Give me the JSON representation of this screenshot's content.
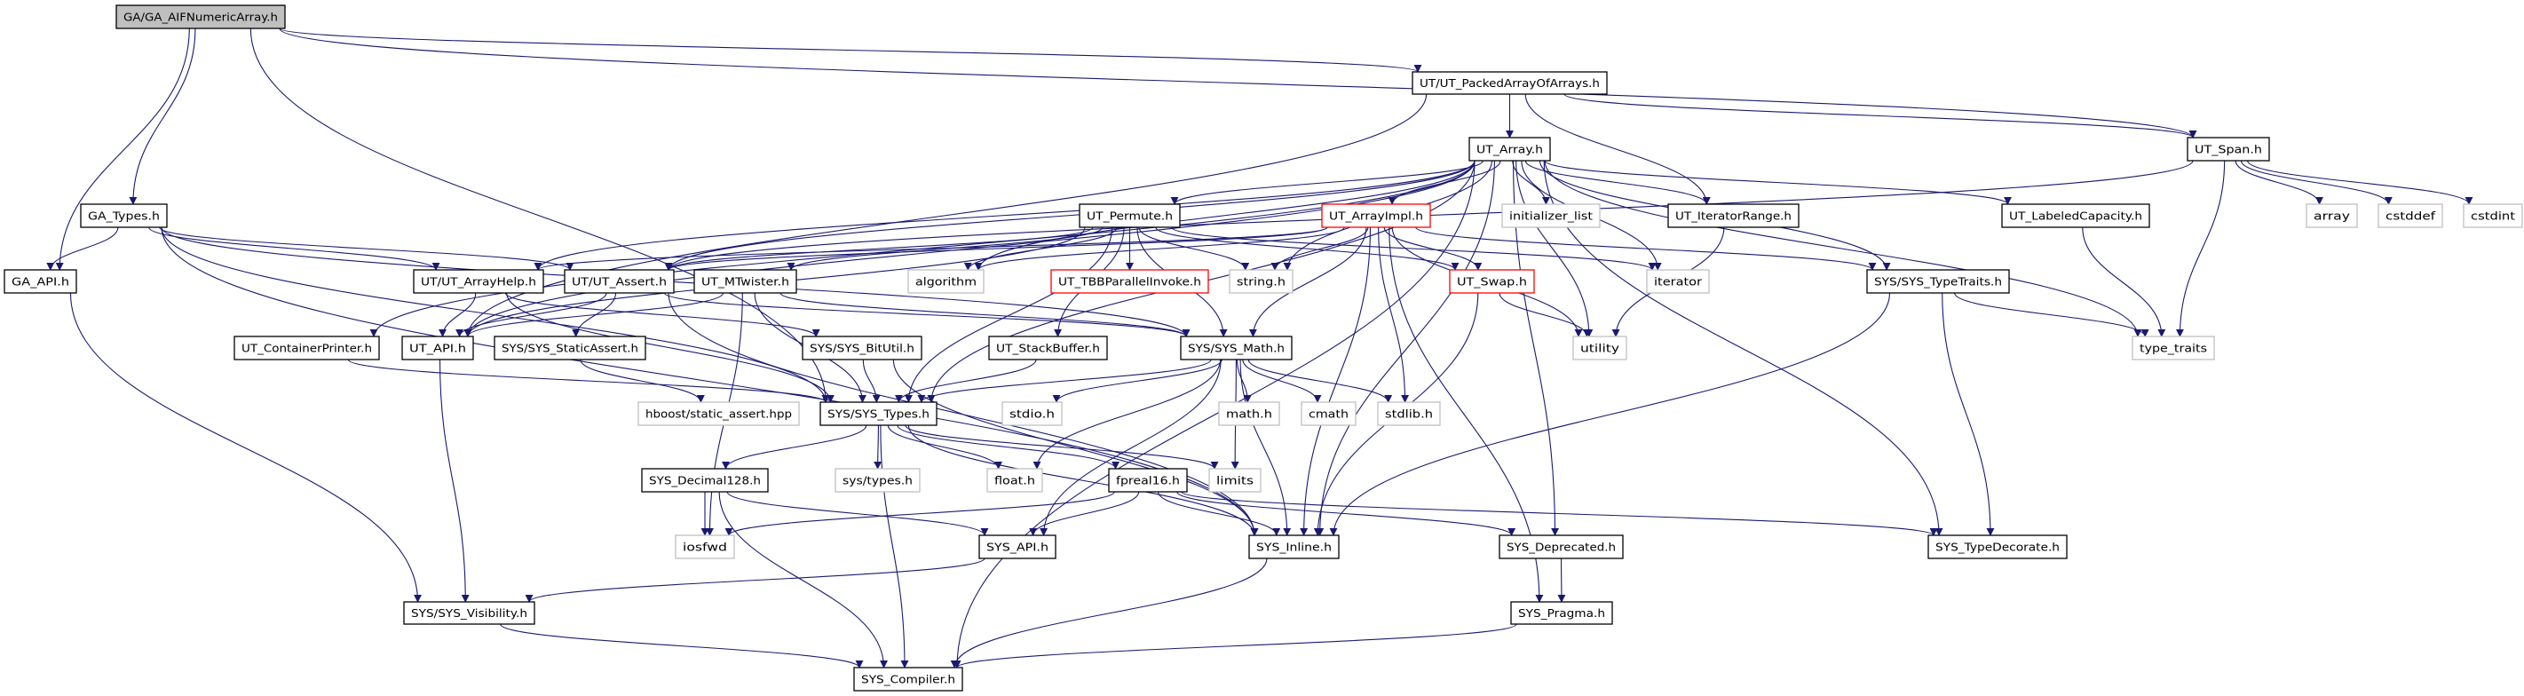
{
  "graph": {
    "colors": {
      "edge": "#191970",
      "root_fill": "#bfbfbf",
      "normal_border": "#000000",
      "truncated_border": "#ff0000",
      "external_border": "#bfbfbf"
    },
    "nodes": [
      {
        "id": "root",
        "label": "GA/GA_AIFNumericArray.h",
        "style": "root"
      },
      {
        "id": "packed",
        "label": "UT/UT_PackedArrayOfArrays.h",
        "style": "normal"
      },
      {
        "id": "utarray",
        "label": "UT_Array.h",
        "style": "normal"
      },
      {
        "id": "span",
        "label": "UT_Span.h",
        "style": "normal"
      },
      {
        "id": "gatypes",
        "label": "GA_Types.h",
        "style": "normal"
      },
      {
        "id": "permute",
        "label": "UT_Permute.h",
        "style": "normal"
      },
      {
        "id": "arrayimpl",
        "label": "UT_ArrayImpl.h",
        "style": "truncated"
      },
      {
        "id": "initlist",
        "label": "initializer_list",
        "style": "external"
      },
      {
        "id": "iterrange",
        "label": "UT_IteratorRange.h",
        "style": "normal"
      },
      {
        "id": "labeled",
        "label": "UT_LabeledCapacity.h",
        "style": "normal"
      },
      {
        "id": "array",
        "label": "array",
        "style": "external"
      },
      {
        "id": "cstddef",
        "label": "cstddef",
        "style": "external"
      },
      {
        "id": "cstdint",
        "label": "cstdint",
        "style": "external"
      },
      {
        "id": "gaapi",
        "label": "GA_API.h",
        "style": "normal"
      },
      {
        "id": "arrayhelp",
        "label": "UT/UT_ArrayHelp.h",
        "style": "normal"
      },
      {
        "id": "assert",
        "label": "UT/UT_Assert.h",
        "style": "normal"
      },
      {
        "id": "mtwister",
        "label": "UT_MTwister.h",
        "style": "normal"
      },
      {
        "id": "algorithm",
        "label": "algorithm",
        "style": "external"
      },
      {
        "id": "tbb",
        "label": "UT_TBBParallelInvoke.h",
        "style": "truncated"
      },
      {
        "id": "stringh",
        "label": "string.h",
        "style": "external"
      },
      {
        "id": "swap",
        "label": "UT_Swap.h",
        "style": "truncated"
      },
      {
        "id": "iterator",
        "label": "iterator",
        "style": "external"
      },
      {
        "id": "typetraitsh",
        "label": "SYS/SYS_TypeTraits.h",
        "style": "normal"
      },
      {
        "id": "containerprinter",
        "label": "UT_ContainerPrinter.h",
        "style": "normal"
      },
      {
        "id": "utapi",
        "label": "UT_API.h",
        "style": "normal"
      },
      {
        "id": "staticassert",
        "label": "SYS/SYS_StaticAssert.h",
        "style": "normal"
      },
      {
        "id": "bitutil",
        "label": "SYS/SYS_BitUtil.h",
        "style": "normal"
      },
      {
        "id": "stackbuffer",
        "label": "UT_StackBuffer.h",
        "style": "normal"
      },
      {
        "id": "sysmath",
        "label": "SYS/SYS_Math.h",
        "style": "normal"
      },
      {
        "id": "utility",
        "label": "utility",
        "style": "external"
      },
      {
        "id": "type_traits",
        "label": "type_traits",
        "style": "external"
      },
      {
        "id": "hboost",
        "label": "hboost/static_assert.hpp",
        "style": "external"
      },
      {
        "id": "systypes",
        "label": "SYS/SYS_Types.h",
        "style": "normal"
      },
      {
        "id": "stdio",
        "label": "stdio.h",
        "style": "external"
      },
      {
        "id": "mathh",
        "label": "math.h",
        "style": "external"
      },
      {
        "id": "cmath",
        "label": "cmath",
        "style": "external"
      },
      {
        "id": "stdlib",
        "label": "stdlib.h",
        "style": "external"
      },
      {
        "id": "decimal",
        "label": "SYS_Decimal128.h",
        "style": "normal"
      },
      {
        "id": "systypesh",
        "label": "sys/types.h",
        "style": "external"
      },
      {
        "id": "floath",
        "label": "float.h",
        "style": "external"
      },
      {
        "id": "fpreal16",
        "label": "fpreal16.h",
        "style": "normal"
      },
      {
        "id": "limits",
        "label": "limits",
        "style": "external"
      },
      {
        "id": "iosfwd",
        "label": "iosfwd",
        "style": "external"
      },
      {
        "id": "sysapi",
        "label": "SYS_API.h",
        "style": "normal"
      },
      {
        "id": "inline",
        "label": "SYS_Inline.h",
        "style": "normal"
      },
      {
        "id": "deprecated",
        "label": "SYS_Deprecated.h",
        "style": "normal"
      },
      {
        "id": "typedecorate",
        "label": "SYS_TypeDecorate.h",
        "style": "normal"
      },
      {
        "id": "visibility",
        "label": "SYS/SYS_Visibility.h",
        "style": "normal"
      },
      {
        "id": "pragma",
        "label": "SYS_Pragma.h",
        "style": "normal"
      },
      {
        "id": "compiler",
        "label": "SYS_Compiler.h",
        "style": "normal"
      }
    ],
    "edges": [
      [
        "root",
        "gaapi"
      ],
      [
        "root",
        "gatypes"
      ],
      [
        "root",
        "packed"
      ],
      [
        "root",
        "span"
      ],
      [
        "root",
        "systypes"
      ],
      [
        "packed",
        "utapi"
      ],
      [
        "packed",
        "utarray"
      ],
      [
        "packed",
        "iterrange"
      ],
      [
        "packed",
        "span"
      ],
      [
        "gatypes",
        "gaapi"
      ],
      [
        "gatypes",
        "arrayhelp"
      ],
      [
        "gatypes",
        "assert"
      ],
      [
        "gatypes",
        "systypes"
      ],
      [
        "gatypes",
        "inline"
      ],
      [
        "gatypes",
        "sysmath"
      ],
      [
        "gaapi",
        "visibility"
      ],
      [
        "utarray",
        "utapi"
      ],
      [
        "utarray",
        "arrayhelp"
      ],
      [
        "utarray",
        "assert"
      ],
      [
        "utarray",
        "containerprinter"
      ],
      [
        "utarray",
        "iterrange"
      ],
      [
        "utarray",
        "labeled"
      ],
      [
        "utarray",
        "permute"
      ],
      [
        "utarray",
        "arrayimpl"
      ],
      [
        "utarray",
        "initlist"
      ],
      [
        "utarray",
        "algorithm"
      ],
      [
        "utarray",
        "stringh"
      ],
      [
        "utarray",
        "utility"
      ],
      [
        "utarray",
        "iterator"
      ],
      [
        "utarray",
        "type_traits"
      ],
      [
        "utarray",
        "compiler"
      ],
      [
        "utarray",
        "deprecated"
      ],
      [
        "utarray",
        "inline"
      ],
      [
        "utarray",
        "systypes"
      ],
      [
        "utarray",
        "typetraitsh"
      ],
      [
        "utarray",
        "typedecorate"
      ],
      [
        "span",
        "assert"
      ],
      [
        "span",
        "type_traits"
      ],
      [
        "span",
        "array"
      ],
      [
        "span",
        "cstddef"
      ],
      [
        "span",
        "cstdint"
      ],
      [
        "permute",
        "utapi"
      ],
      [
        "permute",
        "assert"
      ],
      [
        "permute",
        "mtwister"
      ],
      [
        "permute",
        "stackbuffer"
      ],
      [
        "permute",
        "tbb"
      ],
      [
        "permute",
        "algorithm"
      ],
      [
        "permute",
        "stringh"
      ],
      [
        "permute",
        "swap"
      ],
      [
        "permute",
        "iterator"
      ],
      [
        "permute",
        "sysmath"
      ],
      [
        "permute",
        "systypes"
      ],
      [
        "arrayimpl",
        "arrayhelp"
      ],
      [
        "arrayimpl",
        "assert"
      ],
      [
        "arrayimpl",
        "swap"
      ],
      [
        "arrayimpl",
        "algorithm"
      ],
      [
        "arrayimpl",
        "stringh"
      ],
      [
        "arrayimpl",
        "utility"
      ],
      [
        "arrayimpl",
        "sysmath"
      ],
      [
        "arrayimpl",
        "stdlib"
      ],
      [
        "arrayimpl",
        "typetraitsh"
      ],
      [
        "arrayimpl",
        "inline"
      ],
      [
        "arrayimpl",
        "pragma"
      ],
      [
        "arrayhelp",
        "utapi"
      ],
      [
        "arrayhelp",
        "systypes"
      ],
      [
        "arrayhelp",
        "bitutil"
      ],
      [
        "assert",
        "utapi"
      ],
      [
        "assert",
        "staticassert"
      ],
      [
        "assert",
        "inline"
      ],
      [
        "assert",
        "sysmath"
      ],
      [
        "mtwister",
        "utapi"
      ],
      [
        "mtwister",
        "systypes"
      ],
      [
        "mtwister",
        "sysmath"
      ],
      [
        "mtwister",
        "iosfwd"
      ],
      [
        "containerprinter",
        "systypes"
      ],
      [
        "utapi",
        "visibility"
      ],
      [
        "staticassert",
        "hboost"
      ],
      [
        "bitutil",
        "systypes"
      ],
      [
        "bitutil",
        "inline"
      ],
      [
        "stackbuffer",
        "systypes"
      ],
      [
        "sysmath",
        "systypes"
      ],
      [
        "sysmath",
        "stdio"
      ],
      [
        "sysmath",
        "mathh"
      ],
      [
        "sysmath",
        "cmath"
      ],
      [
        "sysmath",
        "stdlib"
      ],
      [
        "sysmath",
        "floath"
      ],
      [
        "sysmath",
        "limits"
      ],
      [
        "sysmath",
        "sysapi"
      ],
      [
        "sysmath",
        "inline"
      ],
      [
        "systypes",
        "systypesh"
      ],
      [
        "systypes",
        "floath"
      ],
      [
        "systypes",
        "limits"
      ],
      [
        "systypes",
        "fpreal16"
      ],
      [
        "systypes",
        "decimal"
      ],
      [
        "systypes",
        "compiler"
      ],
      [
        "systypes",
        "inline"
      ],
      [
        "decimal",
        "iosfwd"
      ],
      [
        "decimal",
        "sysapi"
      ],
      [
        "decimal",
        "compiler"
      ],
      [
        "fpreal16",
        "iosfwd"
      ],
      [
        "fpreal16",
        "sysapi"
      ],
      [
        "fpreal16",
        "inline"
      ],
      [
        "fpreal16",
        "deprecated"
      ],
      [
        "fpreal16",
        "typedecorate"
      ],
      [
        "sysapi",
        "visibility"
      ],
      [
        "inline",
        "compiler"
      ],
      [
        "deprecated",
        "pragma"
      ],
      [
        "pragma",
        "compiler"
      ],
      [
        "visibility",
        "compiler"
      ],
      [
        "swap",
        "utility"
      ],
      [
        "swap",
        "inline"
      ],
      [
        "iterrange",
        "utility"
      ],
      [
        "labeled",
        "type_traits"
      ],
      [
        "typetraitsh",
        "type_traits"
      ],
      [
        "typetraitsh",
        "typedecorate"
      ],
      [
        "typetraitsh",
        "inline"
      ]
    ]
  }
}
